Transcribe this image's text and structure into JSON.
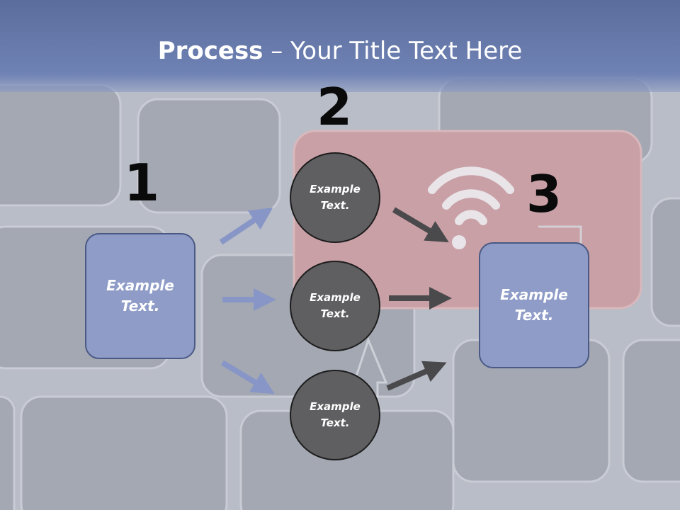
{
  "slide": {
    "title_bold": "Process",
    "title_rest": " – Your Title Text Here"
  },
  "steps": {
    "step1_number": "1",
    "step2_number": "2",
    "step3_number": "3"
  },
  "nodes": {
    "left_box": "Example Text.",
    "circle_top": "Example Text.",
    "circle_middle": "Example Text.",
    "circle_bottom": "Example Text.",
    "right_box": "Example Text."
  },
  "colors": {
    "title_band": "#6f82b4",
    "box_fill": "#8e9cc7",
    "circle_fill": "#5f5f61",
    "left_arrows": "#8796c6",
    "right_arrows": "#4a4a4c"
  }
}
